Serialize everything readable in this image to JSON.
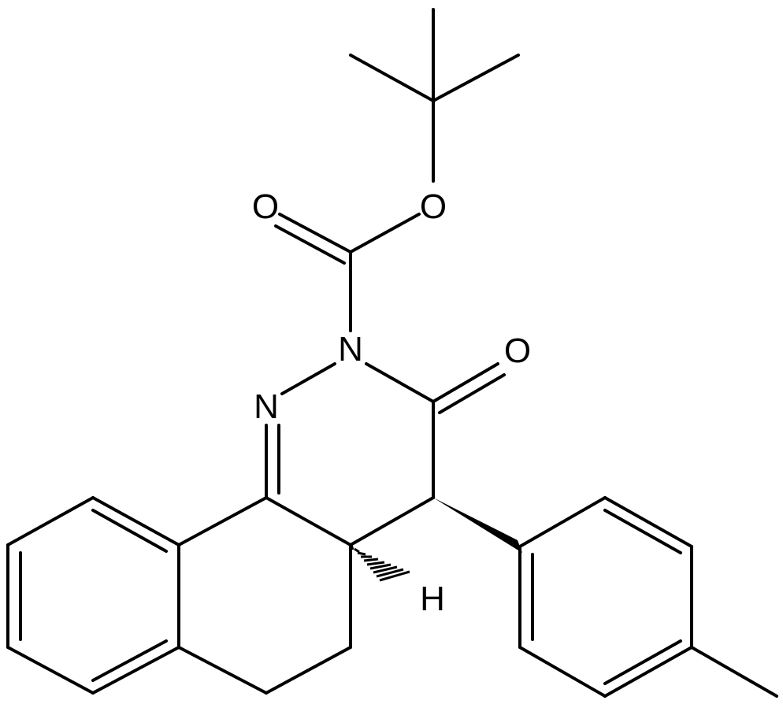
{
  "molecule": {
    "atoms": {
      "o_carbonyl_ester": "O",
      "o_ether": "O",
      "n_carbamate": "N",
      "o_ketone": "O",
      "n_imine": "N",
      "h_stereo": "H"
    }
  },
  "colors": {
    "bond": "#000000",
    "background": "#ffffff"
  }
}
